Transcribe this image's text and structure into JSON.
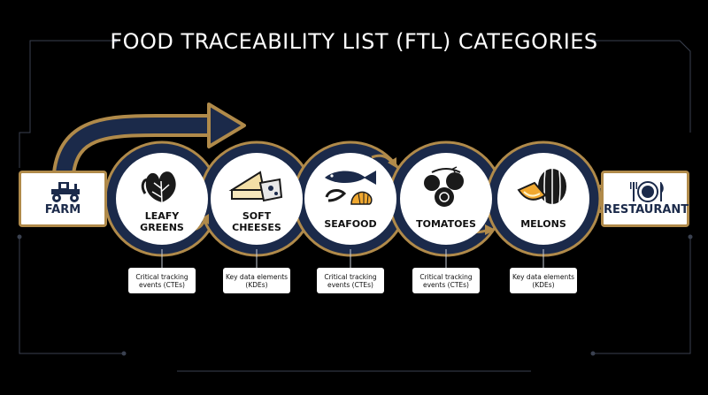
{
  "title": "FOOD TRACEABILITY LIST (FTL) CATEGORIES",
  "start": {
    "label": "FARM",
    "icon": "tractor-icon"
  },
  "end": {
    "label": "RESTAURANT",
    "icon": "plate-cutlery-icon"
  },
  "categories": [
    {
      "line1": "LEAFY",
      "line2": "GREENS",
      "icon": "leafy-greens-icon"
    },
    {
      "line1": "SOFT",
      "line2": "CHEESES",
      "icon": "cheese-icon"
    },
    {
      "line1": "SEAFOOD",
      "line2": "",
      "icon": "fish-shrimp-shell-icon"
    },
    {
      "line1": "TOMATOES",
      "line2": "",
      "icon": "tomatoes-icon"
    },
    {
      "line1": "MELONS",
      "line2": "",
      "icon": "watermelon-cantaloupe-icon"
    }
  ],
  "notes": [
    {
      "line1": "Critical tracking",
      "line2": "events (CTEs)"
    },
    {
      "line1": "Key data elements",
      "line2": "(KDEs)"
    },
    {
      "line1": "Critical tracking",
      "line2": "events (CTEs)"
    },
    {
      "line1": "Critical tracking",
      "line2": "events (CTEs)"
    },
    {
      "line1": "Key data elements",
      "line2": "(KDEs)"
    }
  ],
  "colors": {
    "background": "#000000",
    "navy": "#1b2a4a",
    "gold": "#b08a4a",
    "line": "#3a4150"
  }
}
